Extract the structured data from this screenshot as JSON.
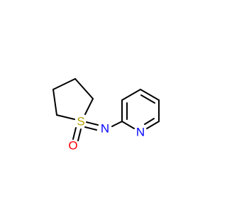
{
  "molecule": {
    "atoms": {
      "sulfur": {
        "symbol": "S",
        "color": "#b5a000"
      },
      "oxygen": {
        "symbol": "O",
        "color": "#ff0000"
      },
      "imine_nitrogen": {
        "symbol": "N",
        "color": "#0000ff"
      },
      "pyridine_nitrogen": {
        "symbol": "N",
        "color": "#0000ff"
      }
    },
    "bond_color": "#000000"
  }
}
